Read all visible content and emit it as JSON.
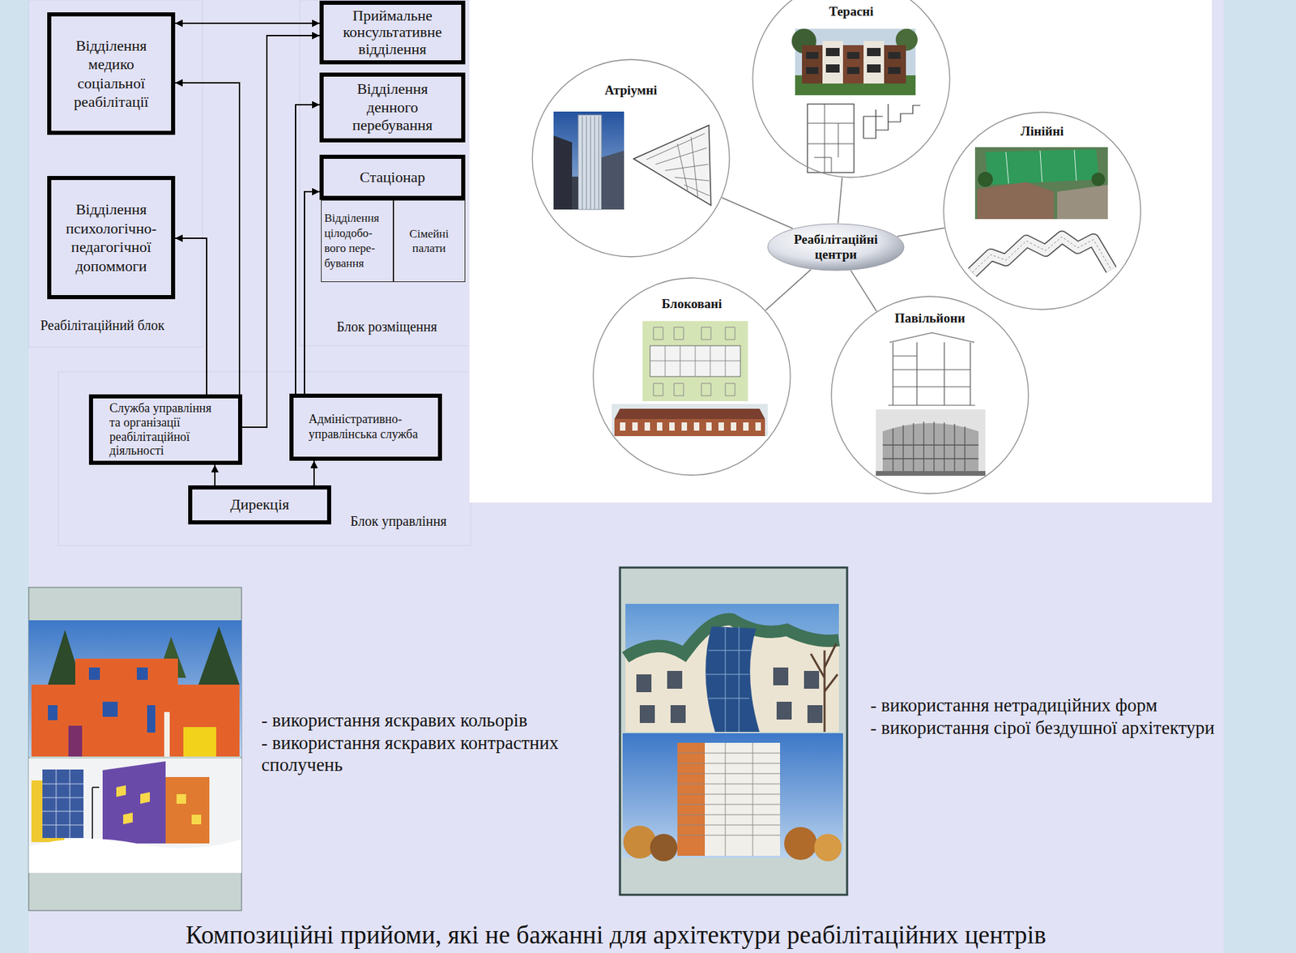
{
  "diagram": {
    "caption": "Композиційні прийоми, які не бажанні для архітектури реабілітаційних центрів",
    "nodes": [
      {
        "text": [
          "Приймальне консультативне відділення"
        ]
      },
      {
        "text": [
          "Відділення медико соціальної реабілітації"
        ]
      },
      {
        "text": [
          "Відділення денного перебування"
        ]
      },
      {
        "text": [
          "Стаціонар"
        ]
      },
      {
        "text": [
          "Відділення цілодобо- вого пере- бування"
        ]
      },
      {
        "text": [
          "Сімейні палати"
        ]
      },
      {
        "text": [
          "Відділення психологічно-педагогічної допоммоги"
        ]
      },
      {
        "text": [
          "Служба управління та організації реабілітаційної діяльності"
        ]
      },
      {
        "text": [
          "Адміністративно-управлінська служба"
        ]
      },
      {
        "text": [
          "Дирекція"
        ]
      },
      {
        "text": [
          "Терасні"
        ]
      },
      {
        "text": [
          "Атріумні"
        ]
      },
      {
        "text": [
          "Лінійні"
        ]
      },
      {
        "text": [
          "Реабілітаційні центри"
        ]
      },
      {
        "text": [
          "Блоковані"
        ]
      },
      {
        "text": [
          "Павільйони"
        ]
      }
    ],
    "edges": [
      {
        "from": 9,
        "to": 7,
        "arrow": "to"
      },
      {
        "from": 9,
        "to": 8,
        "arrow": "to"
      },
      {
        "from": 1,
        "to": 0,
        "arrow": "both"
      },
      {
        "from": 7,
        "to": 1,
        "arrow": "to"
      },
      {
        "from": 7,
        "to": 0,
        "arrow": "to"
      },
      {
        "from": 7,
        "to": 6,
        "arrow": "to"
      },
      {
        "from": 8,
        "to": 2,
        "arrow": "to"
      },
      {
        "from": 8,
        "to": 3,
        "arrow": "to"
      },
      {
        "from": 13,
        "to": 10,
        "arrow": "none"
      },
      {
        "from": 13,
        "to": 11,
        "arrow": "none"
      },
      {
        "from": 13,
        "to": 12,
        "arrow": "none"
      },
      {
        "from": 13,
        "to": 14,
        "arrow": "none"
      },
      {
        "from": 13,
        "to": 15,
        "arrow": "none"
      }
    ],
    "labels": [
      "Реабілітаційний блок",
      "Блок розміщення",
      "Блок управління",
      "- використання яскравих кольорів",
      "- використання яскравих контрастних сполучень",
      "- використання нетрадиційних форм",
      "- використання сірої бездушної архітектури"
    ]
  }
}
